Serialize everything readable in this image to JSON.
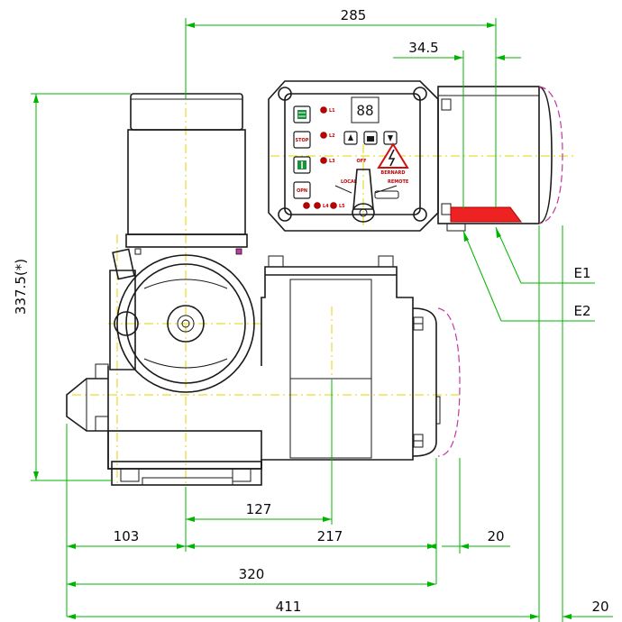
{
  "dimensions": {
    "top_width": "285",
    "top_offset": "34.5",
    "height": "337.5(*)",
    "center_offset": "127",
    "left_width": "103",
    "center_width": "217",
    "motor_clearance": "20",
    "overall_320": "320",
    "overall_411": "411",
    "cover_clearance": "20"
  },
  "callouts": {
    "e1": "E1",
    "e2": "E2"
  },
  "panel": {
    "display": "88",
    "stop": "STOP",
    "open": "OPN",
    "local": "LOCAL",
    "off": "OFF",
    "remote": "REMOTE",
    "brand": "BERNARD",
    "led_labels": [
      "L1",
      "L2",
      "L3",
      "L4",
      "L5"
    ]
  },
  "colors": {
    "dimension_lines": "#00b400",
    "center_lines": "#e6d400",
    "phantom_lines": "#c03aa0",
    "leds": "#c00000",
    "buttons": "#1e8f3e"
  }
}
